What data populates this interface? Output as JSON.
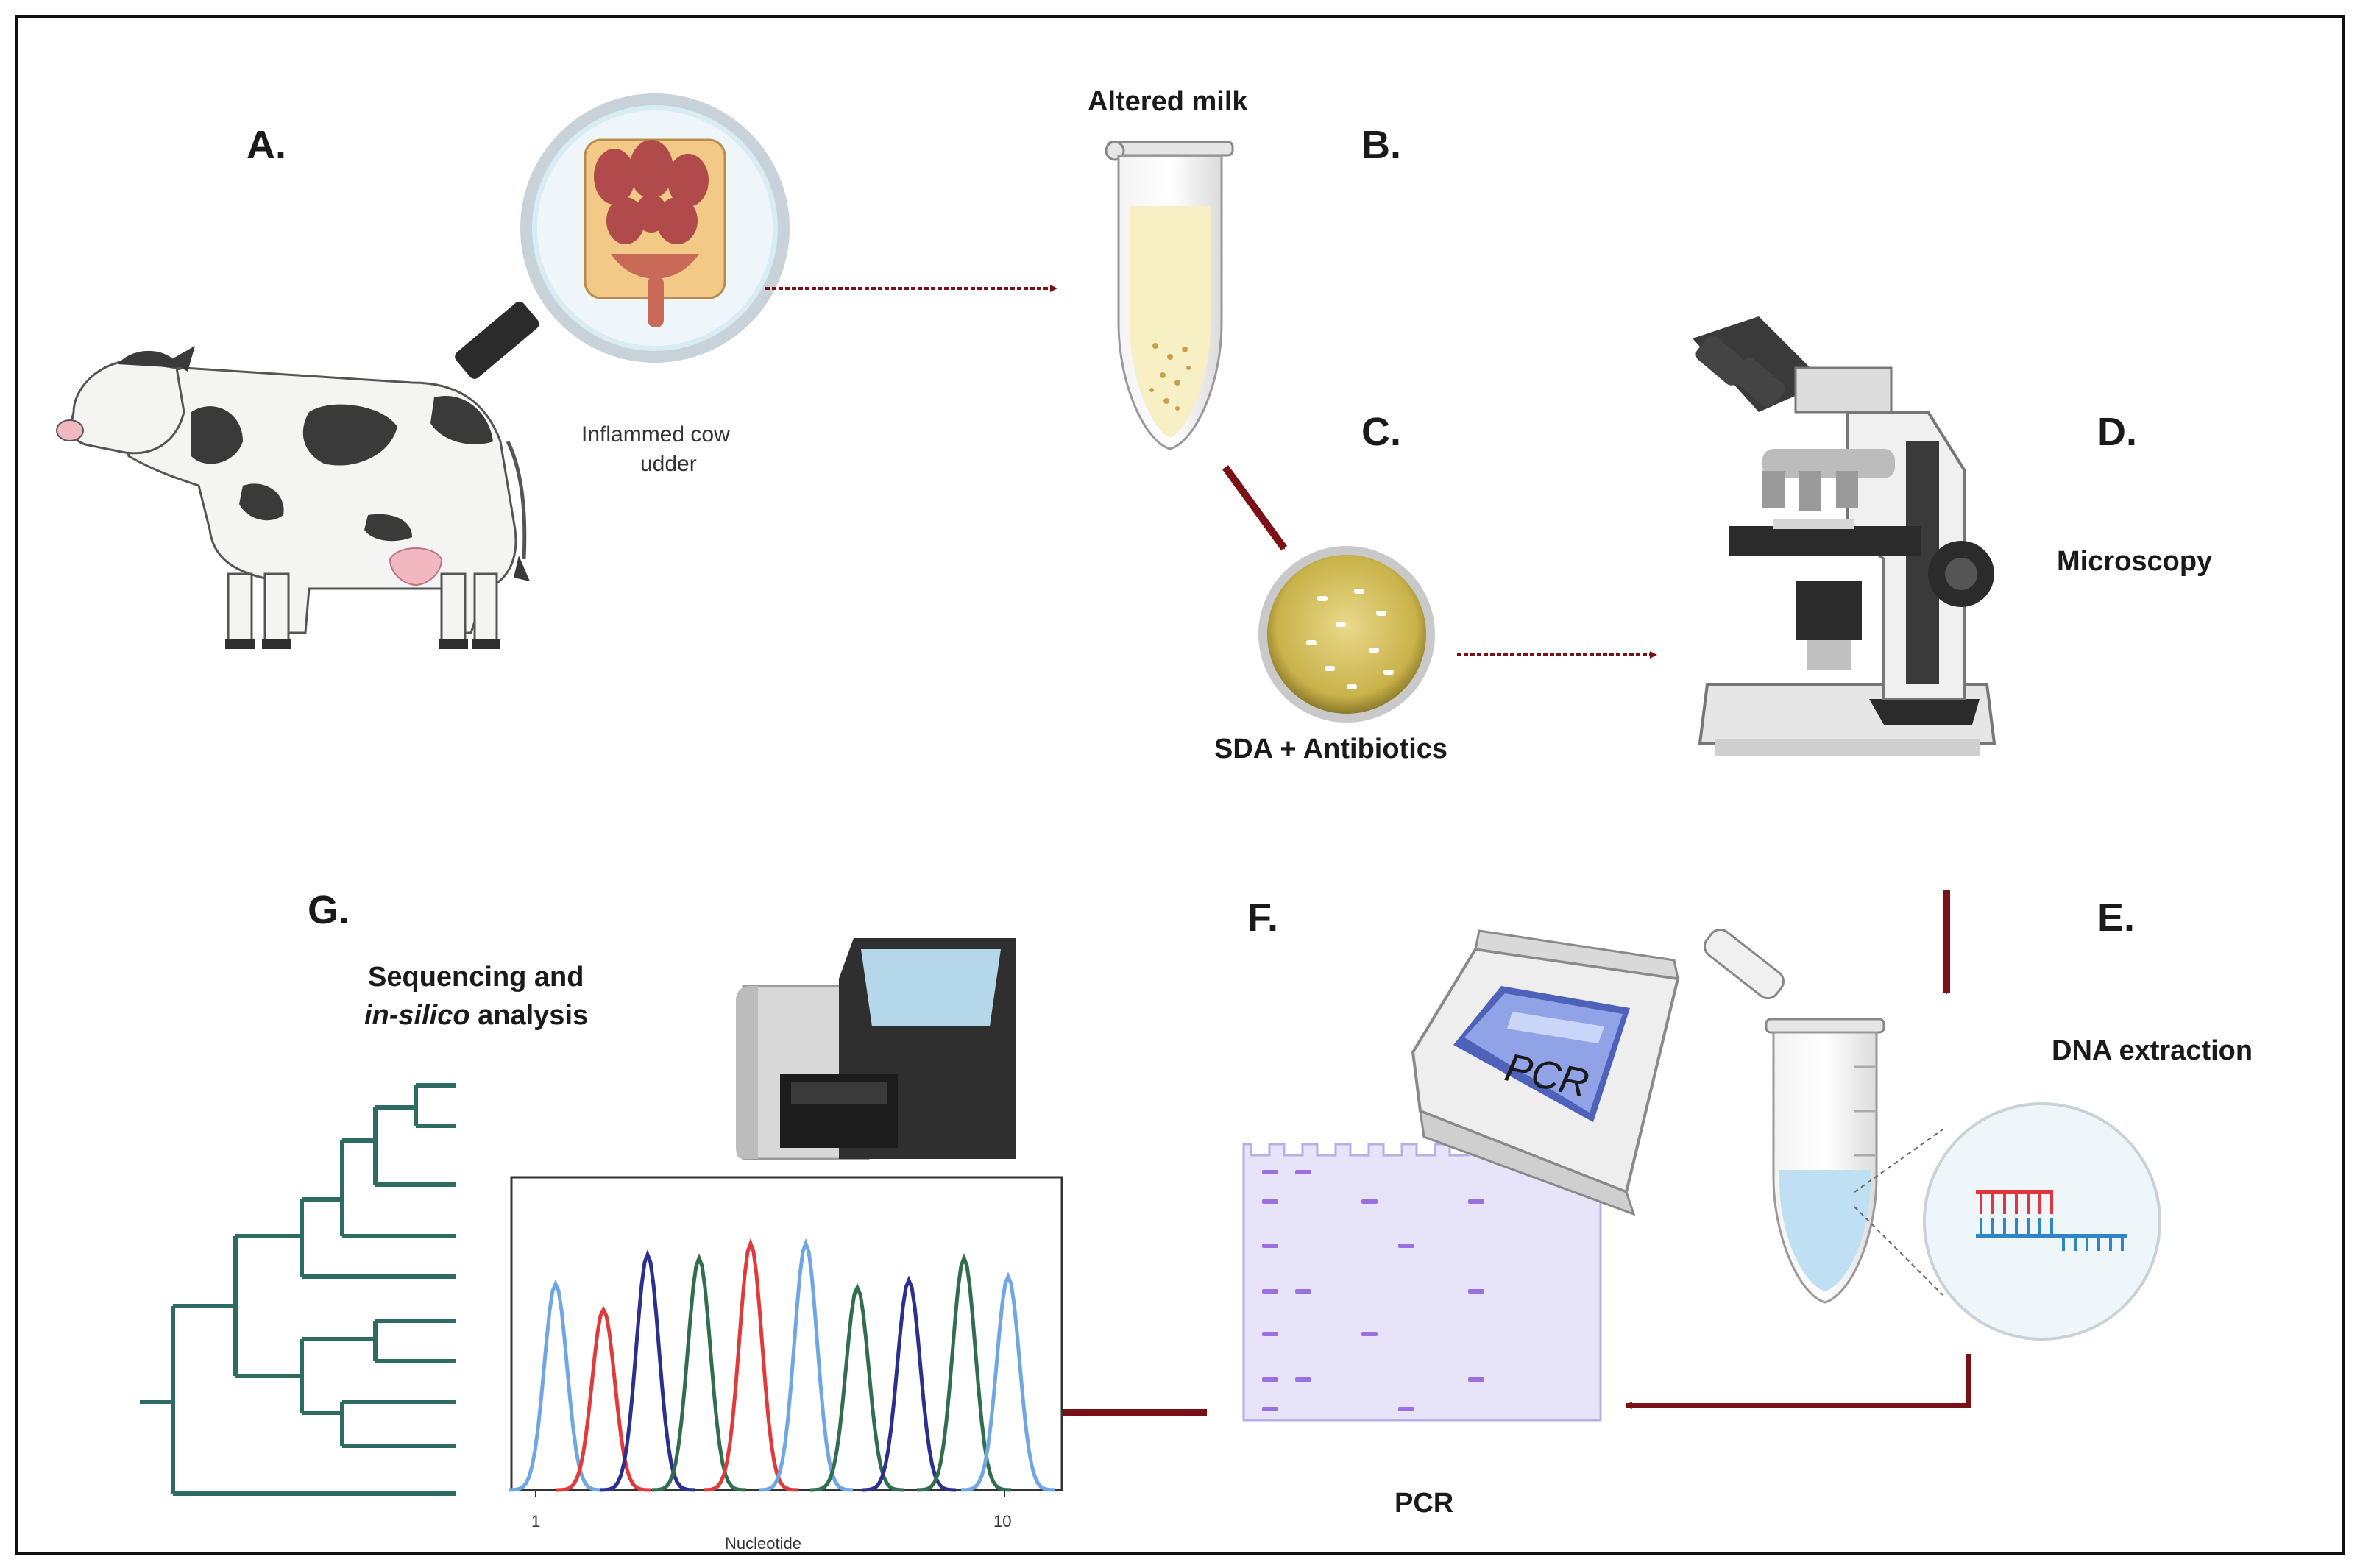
{
  "steps": {
    "a": "A.",
    "b": "B.",
    "c": "C.",
    "d": "D.",
    "e": "E.",
    "f": "F.",
    "g": "G."
  },
  "captions": {
    "udder_line1": "Inflammed  cow",
    "udder_line2": "udder",
    "milk": "Altered milk",
    "culture": "SDA + Antibiotics",
    "microscopy": "Microscopy",
    "dna": "DNA extraction",
    "pcr": "PCR",
    "pcr_screen": "PCR",
    "seq_line1": "Sequencing and",
    "seq_line2_italic": "in-silico",
    "seq_line2_rest": " analysis"
  },
  "chromatogram": {
    "x_tick_start": "1",
    "x_tick_end": "10",
    "xlabel": "Nucleotide"
  },
  "colors": {
    "arrow": "#7b1016",
    "tree": "#2e6b62",
    "gel": "#e7e3f8",
    "gel_band": "#9a6fe0",
    "peak_lightblue": "#6fa6e6",
    "peak_red": "#e23a3a",
    "peak_navy": "#2b2f8e",
    "peak_green": "#2f6f4d"
  }
}
